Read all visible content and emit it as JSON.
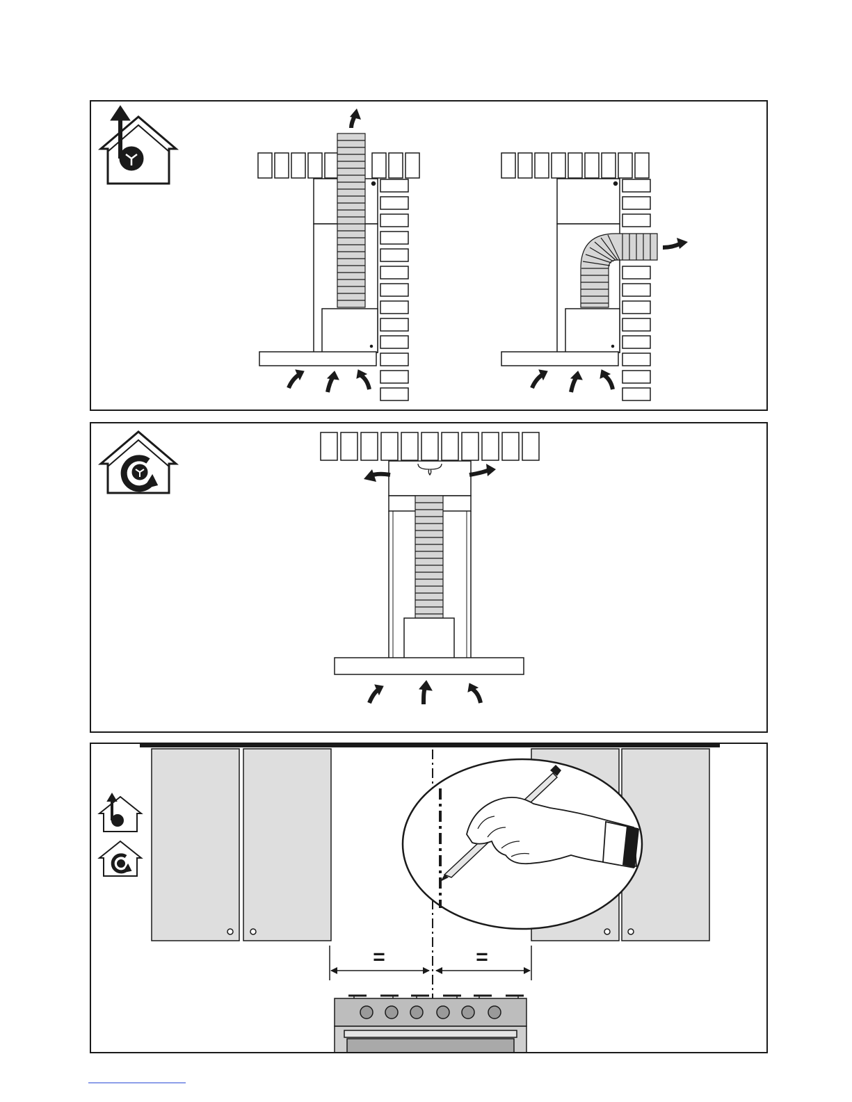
{
  "figure": {
    "panels": [
      {
        "id": "ducted-extraction",
        "icon": "ducted-extraction-house-fan-icon"
      },
      {
        "id": "recirculation",
        "icon": "recirculation-house-fan-icon"
      },
      {
        "id": "centre-line-marking",
        "icons": [
          "ducted-extraction-house-fan-icon",
          "recirculation-house-fan-icon"
        ]
      }
    ],
    "dimension_labels": {
      "left": "=",
      "right": "="
    }
  },
  "colors": {
    "line": "#1a1a1a",
    "cabinet_fill": "#dedede",
    "duct_fill": "#d2d2d2",
    "cooker_fill": "#bdbdbd",
    "footer_link": "#2b4bd6"
  }
}
